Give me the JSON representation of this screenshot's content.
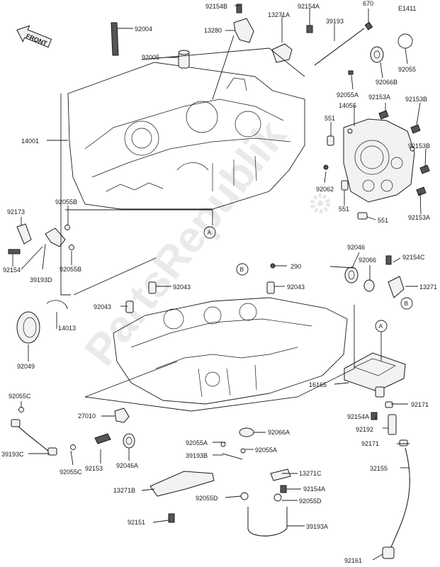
{
  "page": {
    "code": "E1411",
    "front_label": "FRONT"
  },
  "watermark": {
    "text": "PartsRepublik"
  },
  "callouts": {
    "a": "A",
    "b": "B"
  },
  "part_labels": [
    "92154B",
    "92004",
    "13271A",
    "92154A",
    "670",
    "39193",
    "13280",
    "92005",
    "92055",
    "92066B",
    "92055A",
    "92153A",
    "92153B",
    "14055",
    "14001",
    "551",
    "92153B",
    "92062",
    "551",
    "551",
    "92153A",
    "92173",
    "92055B",
    "92055B",
    "92154",
    "39193D",
    "92046",
    "92066",
    "92154C",
    "290",
    "13271",
    "92043",
    "92043",
    "92043",
    "14013",
    "92049",
    "16165",
    "92055C",
    "27010",
    "92154A",
    "92171",
    "92192",
    "39193C",
    "92153",
    "92046A",
    "92055A",
    "92066A",
    "39193B",
    "92055A",
    "92171",
    "32155",
    "92055C",
    "13271C",
    "13271B",
    "92154A",
    "92055D",
    "92055D",
    "92151",
    "39193A",
    "92161"
  ]
}
